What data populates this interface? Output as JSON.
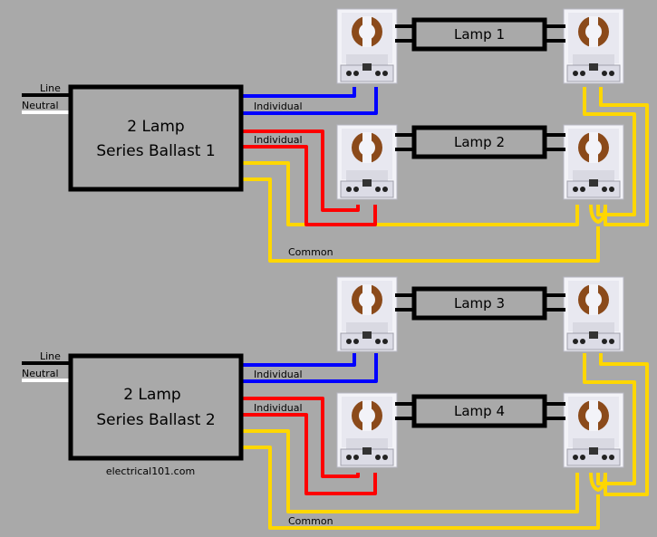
{
  "colors": {
    "background": "#a9a9a9",
    "individual_blue": "#0000ff",
    "individual_red": "#ff0000",
    "common_yellow": "#ffd700",
    "box_stroke": "#000000"
  },
  "ballast1": {
    "line": "Line",
    "neutral": "Neutral",
    "title_line1": "2 Lamp",
    "title_line2": "Series Ballast 1",
    "individual_top": "Individual",
    "individual_bottom": "Individual",
    "common": "Common"
  },
  "ballast2": {
    "line": "Line",
    "neutral": "Neutral",
    "title_line1": "2 Lamp",
    "title_line2": "Series Ballast 2",
    "individual_top": "Individual",
    "individual_bottom": "Individual",
    "common": "Common"
  },
  "lamps": [
    "Lamp 1",
    "Lamp 2",
    "Lamp 3",
    "Lamp 4"
  ],
  "website": "electrical101.com"
}
